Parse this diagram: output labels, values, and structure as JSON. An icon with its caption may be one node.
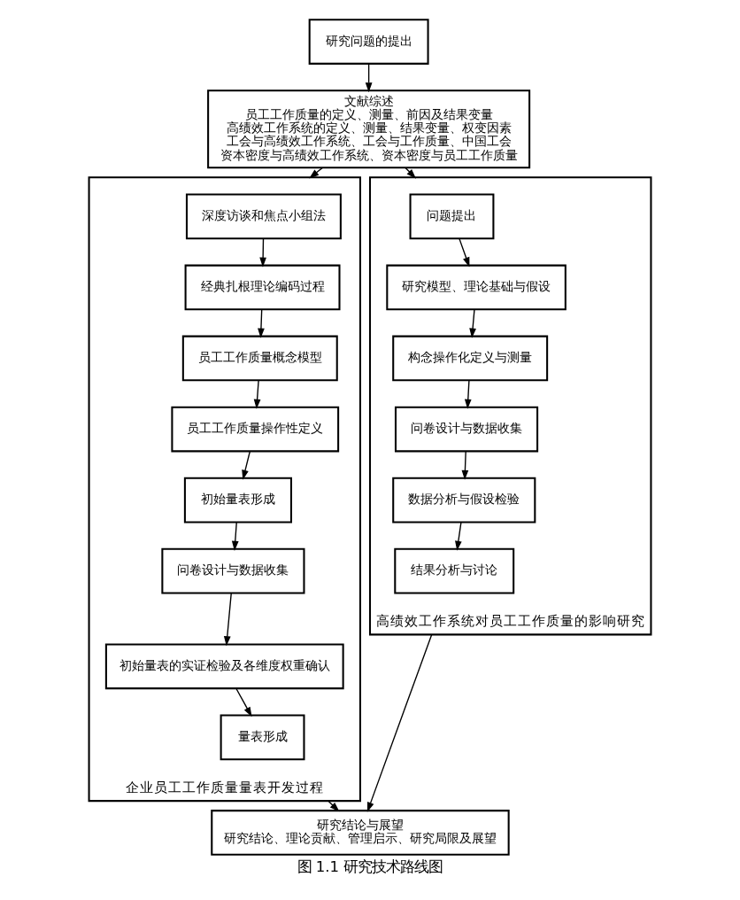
{
  "diagram": {
    "caption": "图 1.1 研究技术路线图",
    "nodes": [
      {
        "text": [
          "研究问题的提出"
        ]
      },
      {
        "text": [
          "文献综述",
          "员工工作质量的定义、测量、前因及结果变量",
          "高绩效工作系统的定义、测量、结果变量、权变因素",
          "工会与高绩效工作系统、工会与工作质量、中国工会",
          "资本密度与高绩效工作系统、资本密度与员工工作质量"
        ]
      },
      {
        "text": [
          "企业员工工作质量量表开发过程"
        ]
      },
      {
        "text": [
          "深度访谈和焦点小组法"
        ],
        "in": 2
      },
      {
        "text": [
          "经典扎根理论编码过程"
        ],
        "in": 2
      },
      {
        "text": [
          "员工工作质量概念模型"
        ],
        "in": 2
      },
      {
        "text": [
          "员工工作质量操作性定义"
        ],
        "in": 2
      },
      {
        "text": [
          "初始量表形成"
        ],
        "in": 2
      },
      {
        "text": [
          "问卷设计与数据收集"
        ],
        "in": 2
      },
      {
        "text": [
          "初始量表的实证检验及各维度权重确认"
        ],
        "in": 2
      },
      {
        "text": [
          "量表形成"
        ],
        "in": 2
      },
      {
        "text": [
          "高绩效工作系统对员工工作质量的影响研究"
        ]
      },
      {
        "text": [
          "问题提出"
        ],
        "in": 11
      },
      {
        "text": [
          "研究模型、理论基础与假设"
        ],
        "in": 11
      },
      {
        "text": [
          "构念操作化定义与测量"
        ],
        "in": 11
      },
      {
        "text": [
          "问卷设计与数据收集"
        ],
        "in": 11
      },
      {
        "text": [
          "数据分析与假设检验"
        ],
        "in": 11
      },
      {
        "text": [
          "结果分析与讨论"
        ],
        "in": 11
      },
      {
        "text": [
          "研究结论与展望",
          "研究结论、理论贡献、管理启示、研究局限及展望"
        ]
      }
    ],
    "edges": [
      {
        "from": 0,
        "to": 1,
        "arrow": "to"
      },
      {
        "from": 1,
        "to": 2,
        "arrow": "to"
      },
      {
        "from": 1,
        "to": 11,
        "arrow": "to"
      },
      {
        "from": 3,
        "to": 4,
        "arrow": "to"
      },
      {
        "from": 4,
        "to": 5,
        "arrow": "to"
      },
      {
        "from": 5,
        "to": 6,
        "arrow": "to"
      },
      {
        "from": 6,
        "to": 7,
        "arrow": "to"
      },
      {
        "from": 7,
        "to": 8,
        "arrow": "to"
      },
      {
        "from": 8,
        "to": 9,
        "arrow": "to"
      },
      {
        "from": 9,
        "to": 10,
        "arrow": "to"
      },
      {
        "from": 12,
        "to": 13,
        "arrow": "to"
      },
      {
        "from": 13,
        "to": 14,
        "arrow": "to"
      },
      {
        "from": 14,
        "to": 15,
        "arrow": "to"
      },
      {
        "from": 15,
        "to": 16,
        "arrow": "to"
      },
      {
        "from": 16,
        "to": 17,
        "arrow": "to"
      },
      {
        "from": 2,
        "to": 18,
        "arrow": "to"
      },
      {
        "from": 11,
        "to": 18,
        "arrow": "to"
      }
    ]
  }
}
